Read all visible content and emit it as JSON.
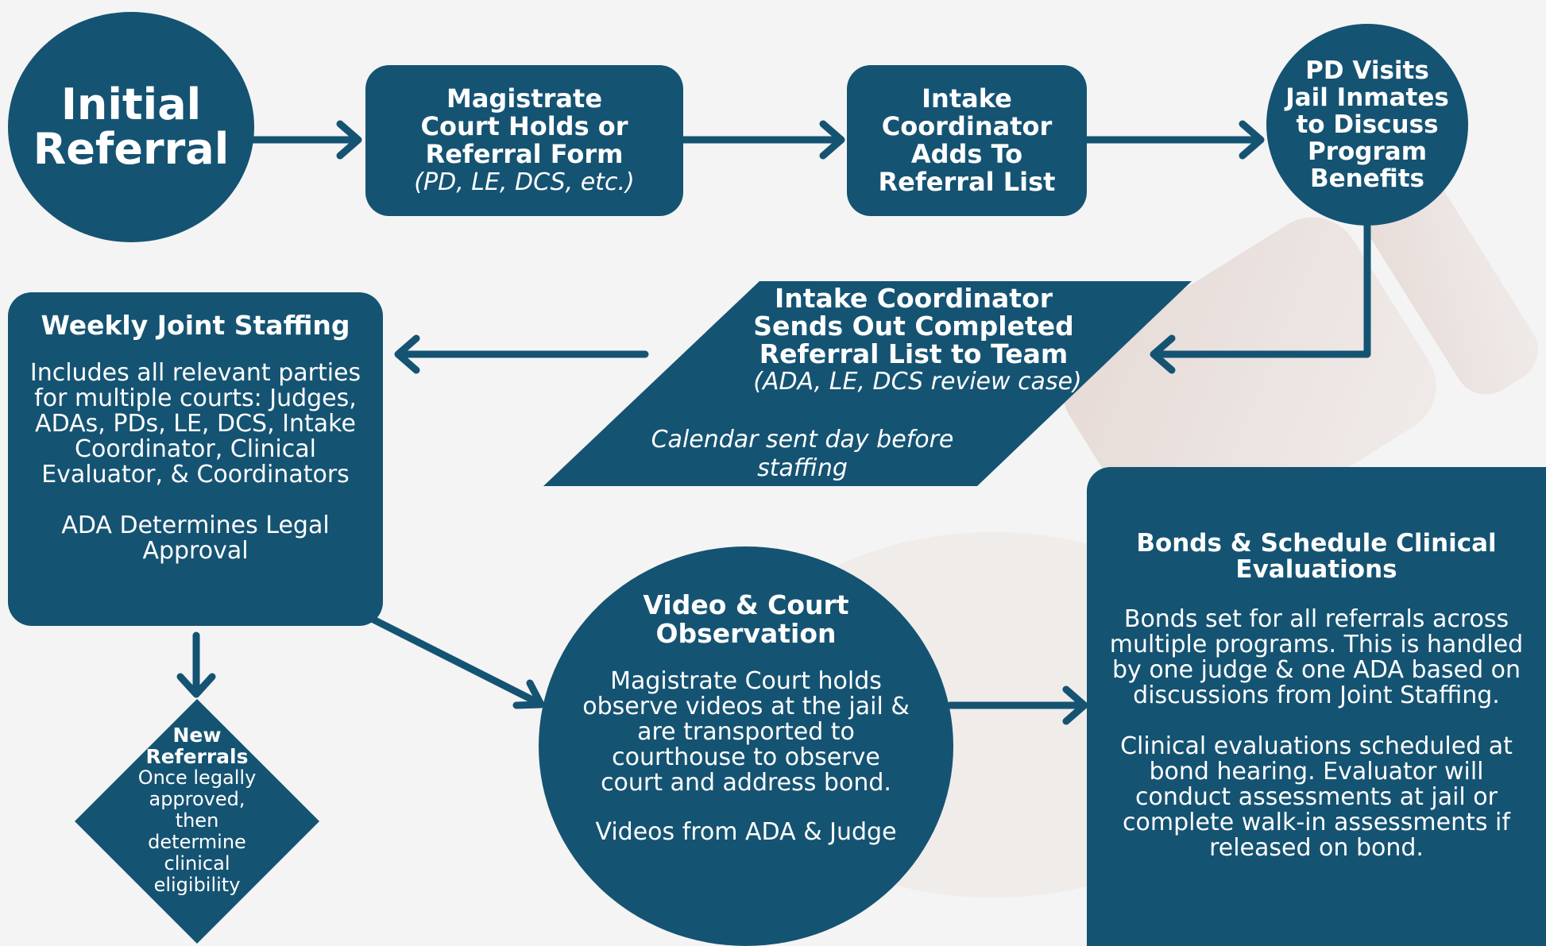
{
  "colors": {
    "node_fill": "#155372",
    "background": "#f4f4f4",
    "arrow": "#155372"
  },
  "nodes": {
    "initial_referral": {
      "title": "Initial\nReferral"
    },
    "magistrate_court": {
      "title": "Magistrate\nCourt Holds or\nReferral Form",
      "note": "(PD, LE, DCS, etc.)"
    },
    "intake_adds": {
      "title": "Intake\nCoordinator\nAdds To\nReferral List"
    },
    "pd_visits": {
      "title": "PD Visits\nJail Inmates\nto Discuss\nProgram\nBenefits"
    },
    "intake_sends": {
      "title": "Intake Coordinator\nSends Out Completed\nReferral List to Team",
      "note": "(ADA, LE, DCS review case)",
      "calendar": "Calendar sent day before staffing"
    },
    "weekly_staffing": {
      "title": "Weekly Joint Staffing",
      "body": "Includes all relevant parties\nfor multiple courts: Judges,\nADAs, PDs, LE, DCS, Intake\nCoordinator, Clinical\nEvaluator, & Coordinators",
      "body2": "ADA Determines Legal\nApproval"
    },
    "new_referrals": {
      "title": "New\nReferrals",
      "body": "Once legally\napproved,\nthen\ndetermine\nclinical\neligibility"
    },
    "video_court": {
      "title": "Video & Court\nObservation",
      "body": "Magistrate Court holds\nobserve videos at the jail &\nare transported to\ncourthouse to observe\ncourt and address bond.",
      "body2": "Videos from ADA & Judge"
    },
    "bonds": {
      "title": "Bonds & Schedule Clinical\nEvaluations",
      "body": "Bonds set for all referrals across\nmultiple programs. This is handled\nby one judge & one ADA based on\ndiscussions from Joint Staffing.",
      "body2": "Clinical evaluations scheduled at\nbond hearing. Evaluator will\nconduct assessments at jail or\ncomplete walk-in assessments if\nreleased on bond."
    }
  }
}
